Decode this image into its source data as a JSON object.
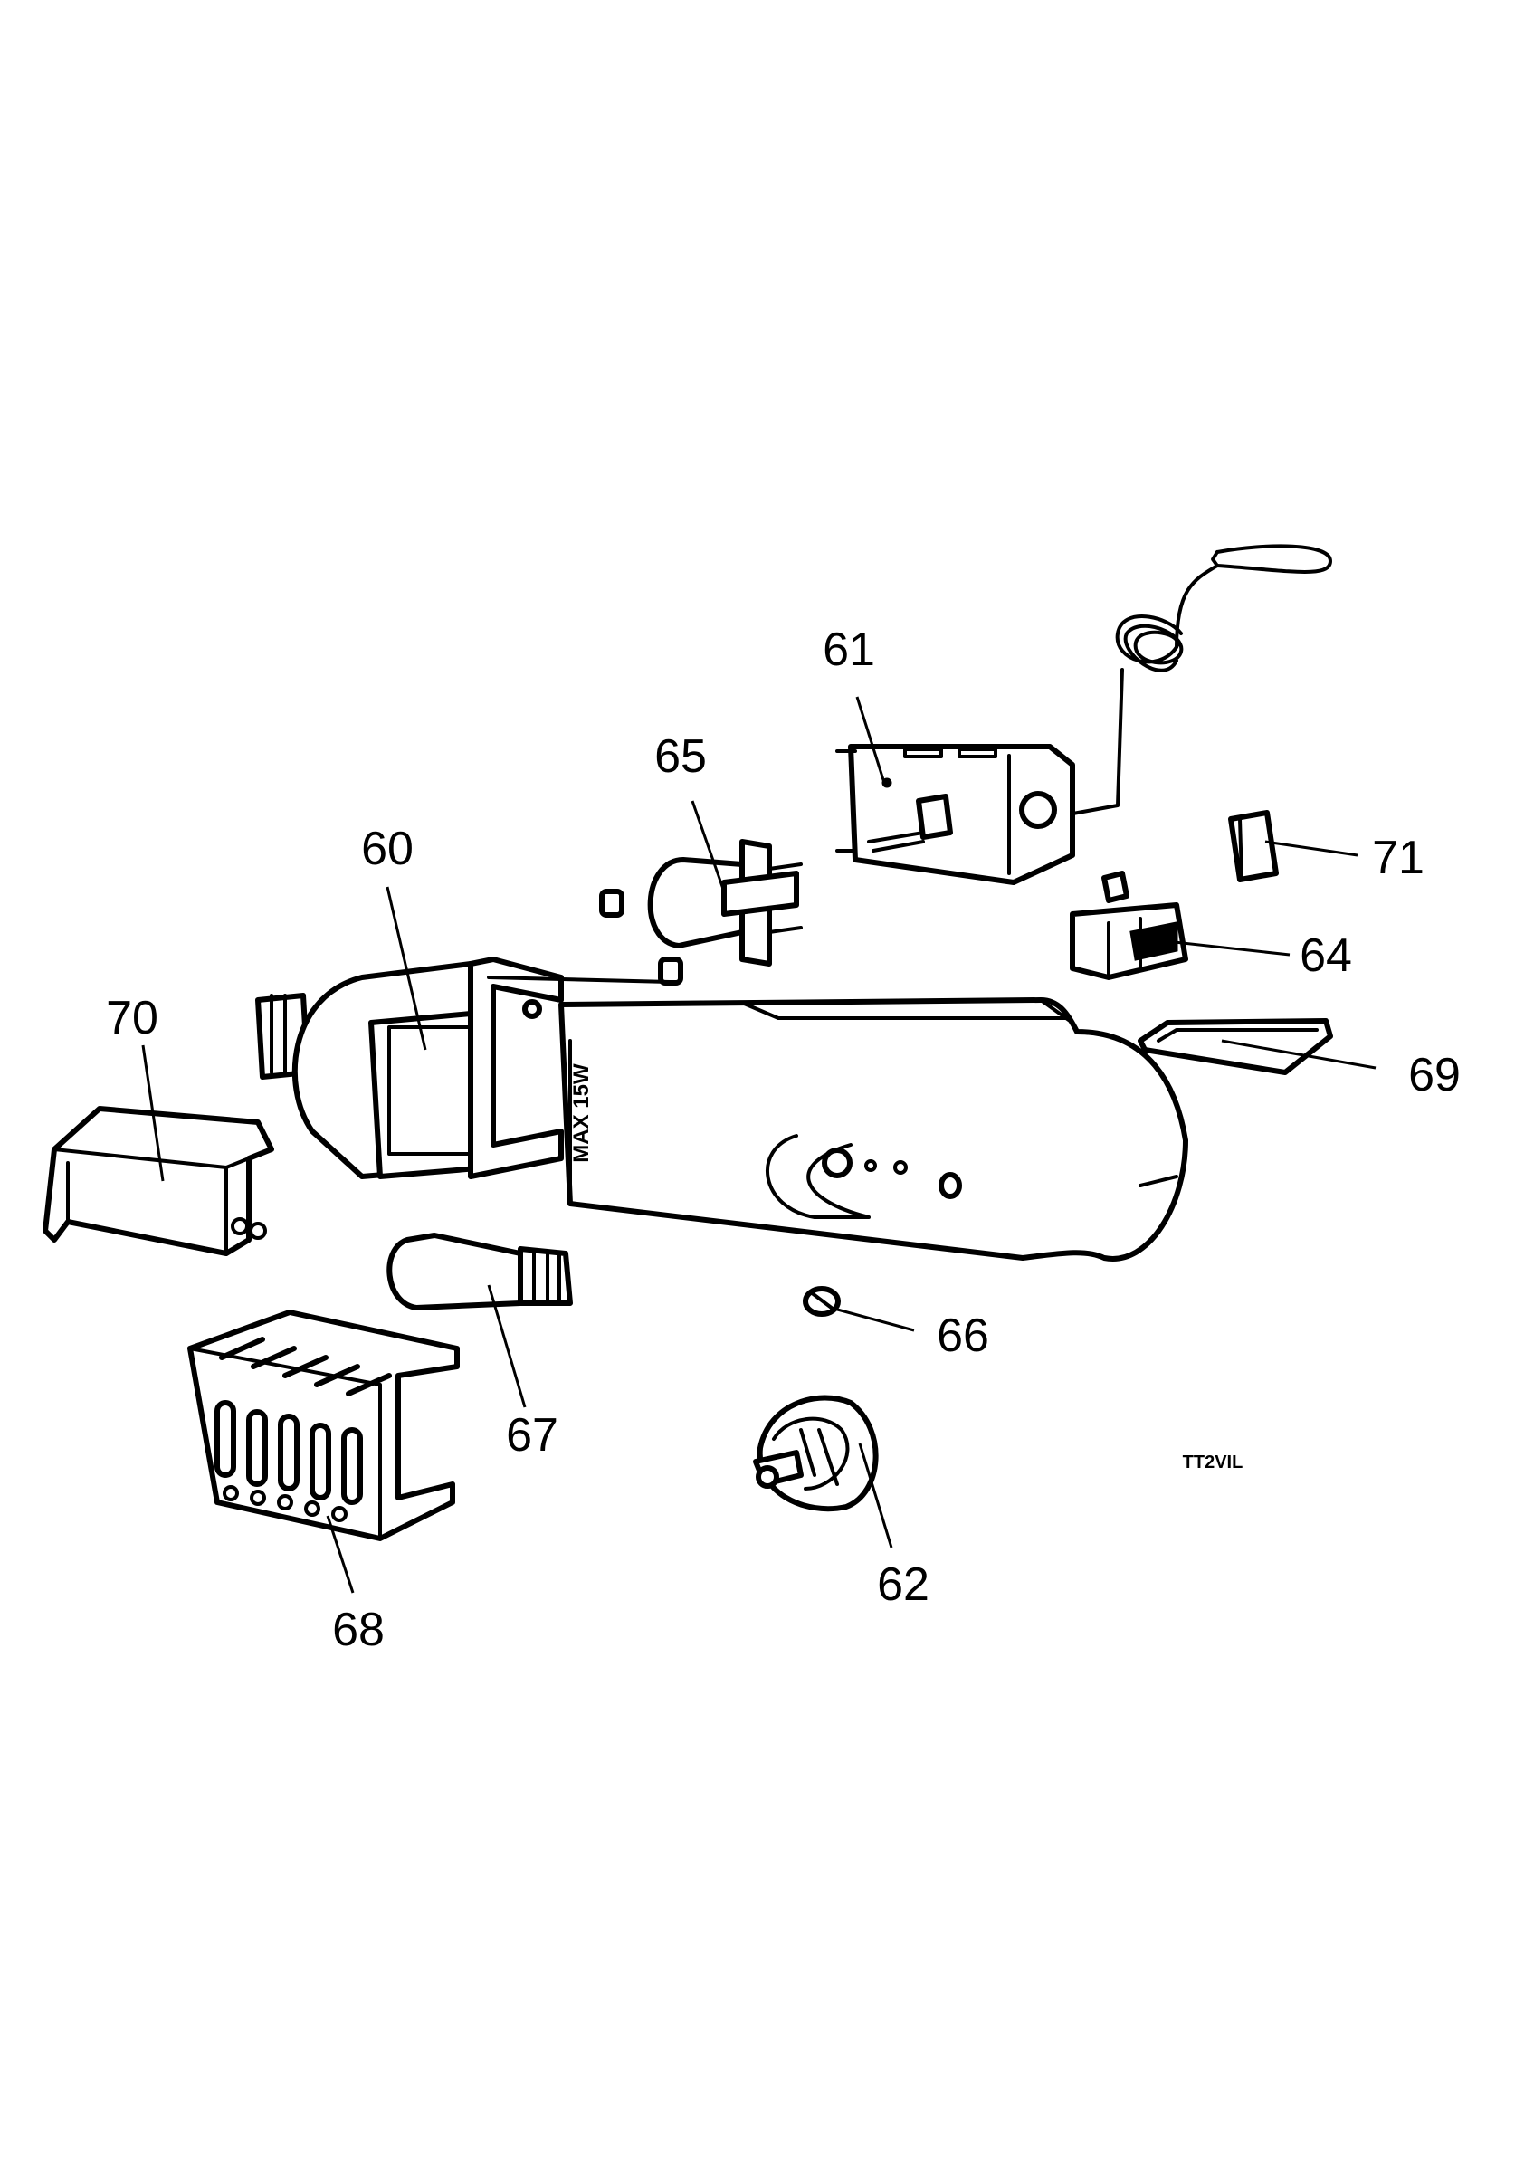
{
  "callouts": [
    {
      "id": "callout-60",
      "label": "60"
    },
    {
      "id": "callout-61",
      "label": "61"
    },
    {
      "id": "callout-62",
      "label": "62"
    },
    {
      "id": "callout-64",
      "label": "64"
    },
    {
      "id": "callout-65",
      "label": "65"
    },
    {
      "id": "callout-66",
      "label": "66"
    },
    {
      "id": "callout-67",
      "label": "67"
    },
    {
      "id": "callout-68",
      "label": "68"
    },
    {
      "id": "callout-69",
      "label": "69"
    },
    {
      "id": "callout-70",
      "label": "70"
    },
    {
      "id": "callout-71",
      "label": "71"
    }
  ],
  "housing_marking": "MAX 15W",
  "drawing_code": "TT2VIL"
}
